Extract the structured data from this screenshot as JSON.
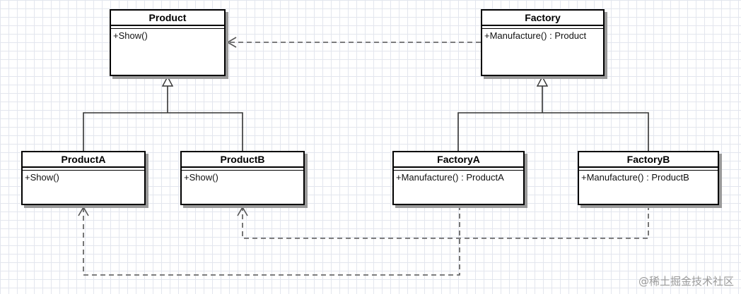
{
  "classes": {
    "product": {
      "name": "Product",
      "op": "+Show()"
    },
    "factory": {
      "name": "Factory",
      "op": "+Manufacture() : Product"
    },
    "productA": {
      "name": "ProductA",
      "op": "+Show()"
    },
    "productB": {
      "name": "ProductB",
      "op": "+Show()"
    },
    "factoryA": {
      "name": "FactoryA",
      "op": "+Manufacture() : ProductA"
    },
    "factoryB": {
      "name": "FactoryB",
      "op": "+Manufacture() : ProductB"
    }
  },
  "relations": [
    {
      "type": "dependency",
      "from": "Factory",
      "to": "Product"
    },
    {
      "type": "generalization",
      "from": "ProductA",
      "to": "Product"
    },
    {
      "type": "generalization",
      "from": "ProductB",
      "to": "Product"
    },
    {
      "type": "generalization",
      "from": "FactoryA",
      "to": "Factory"
    },
    {
      "type": "generalization",
      "from": "FactoryB",
      "to": "Factory"
    },
    {
      "type": "dependency",
      "from": "FactoryA",
      "to": "ProductA"
    },
    {
      "type": "dependency",
      "from": "FactoryB",
      "to": "ProductB"
    }
  ],
  "watermark": "@稀土掘金技术社区",
  "colors": {
    "line": "#000000",
    "dashed": "#555555",
    "shadow": "#9a9a9a",
    "grid": "#e3e6ee"
  }
}
